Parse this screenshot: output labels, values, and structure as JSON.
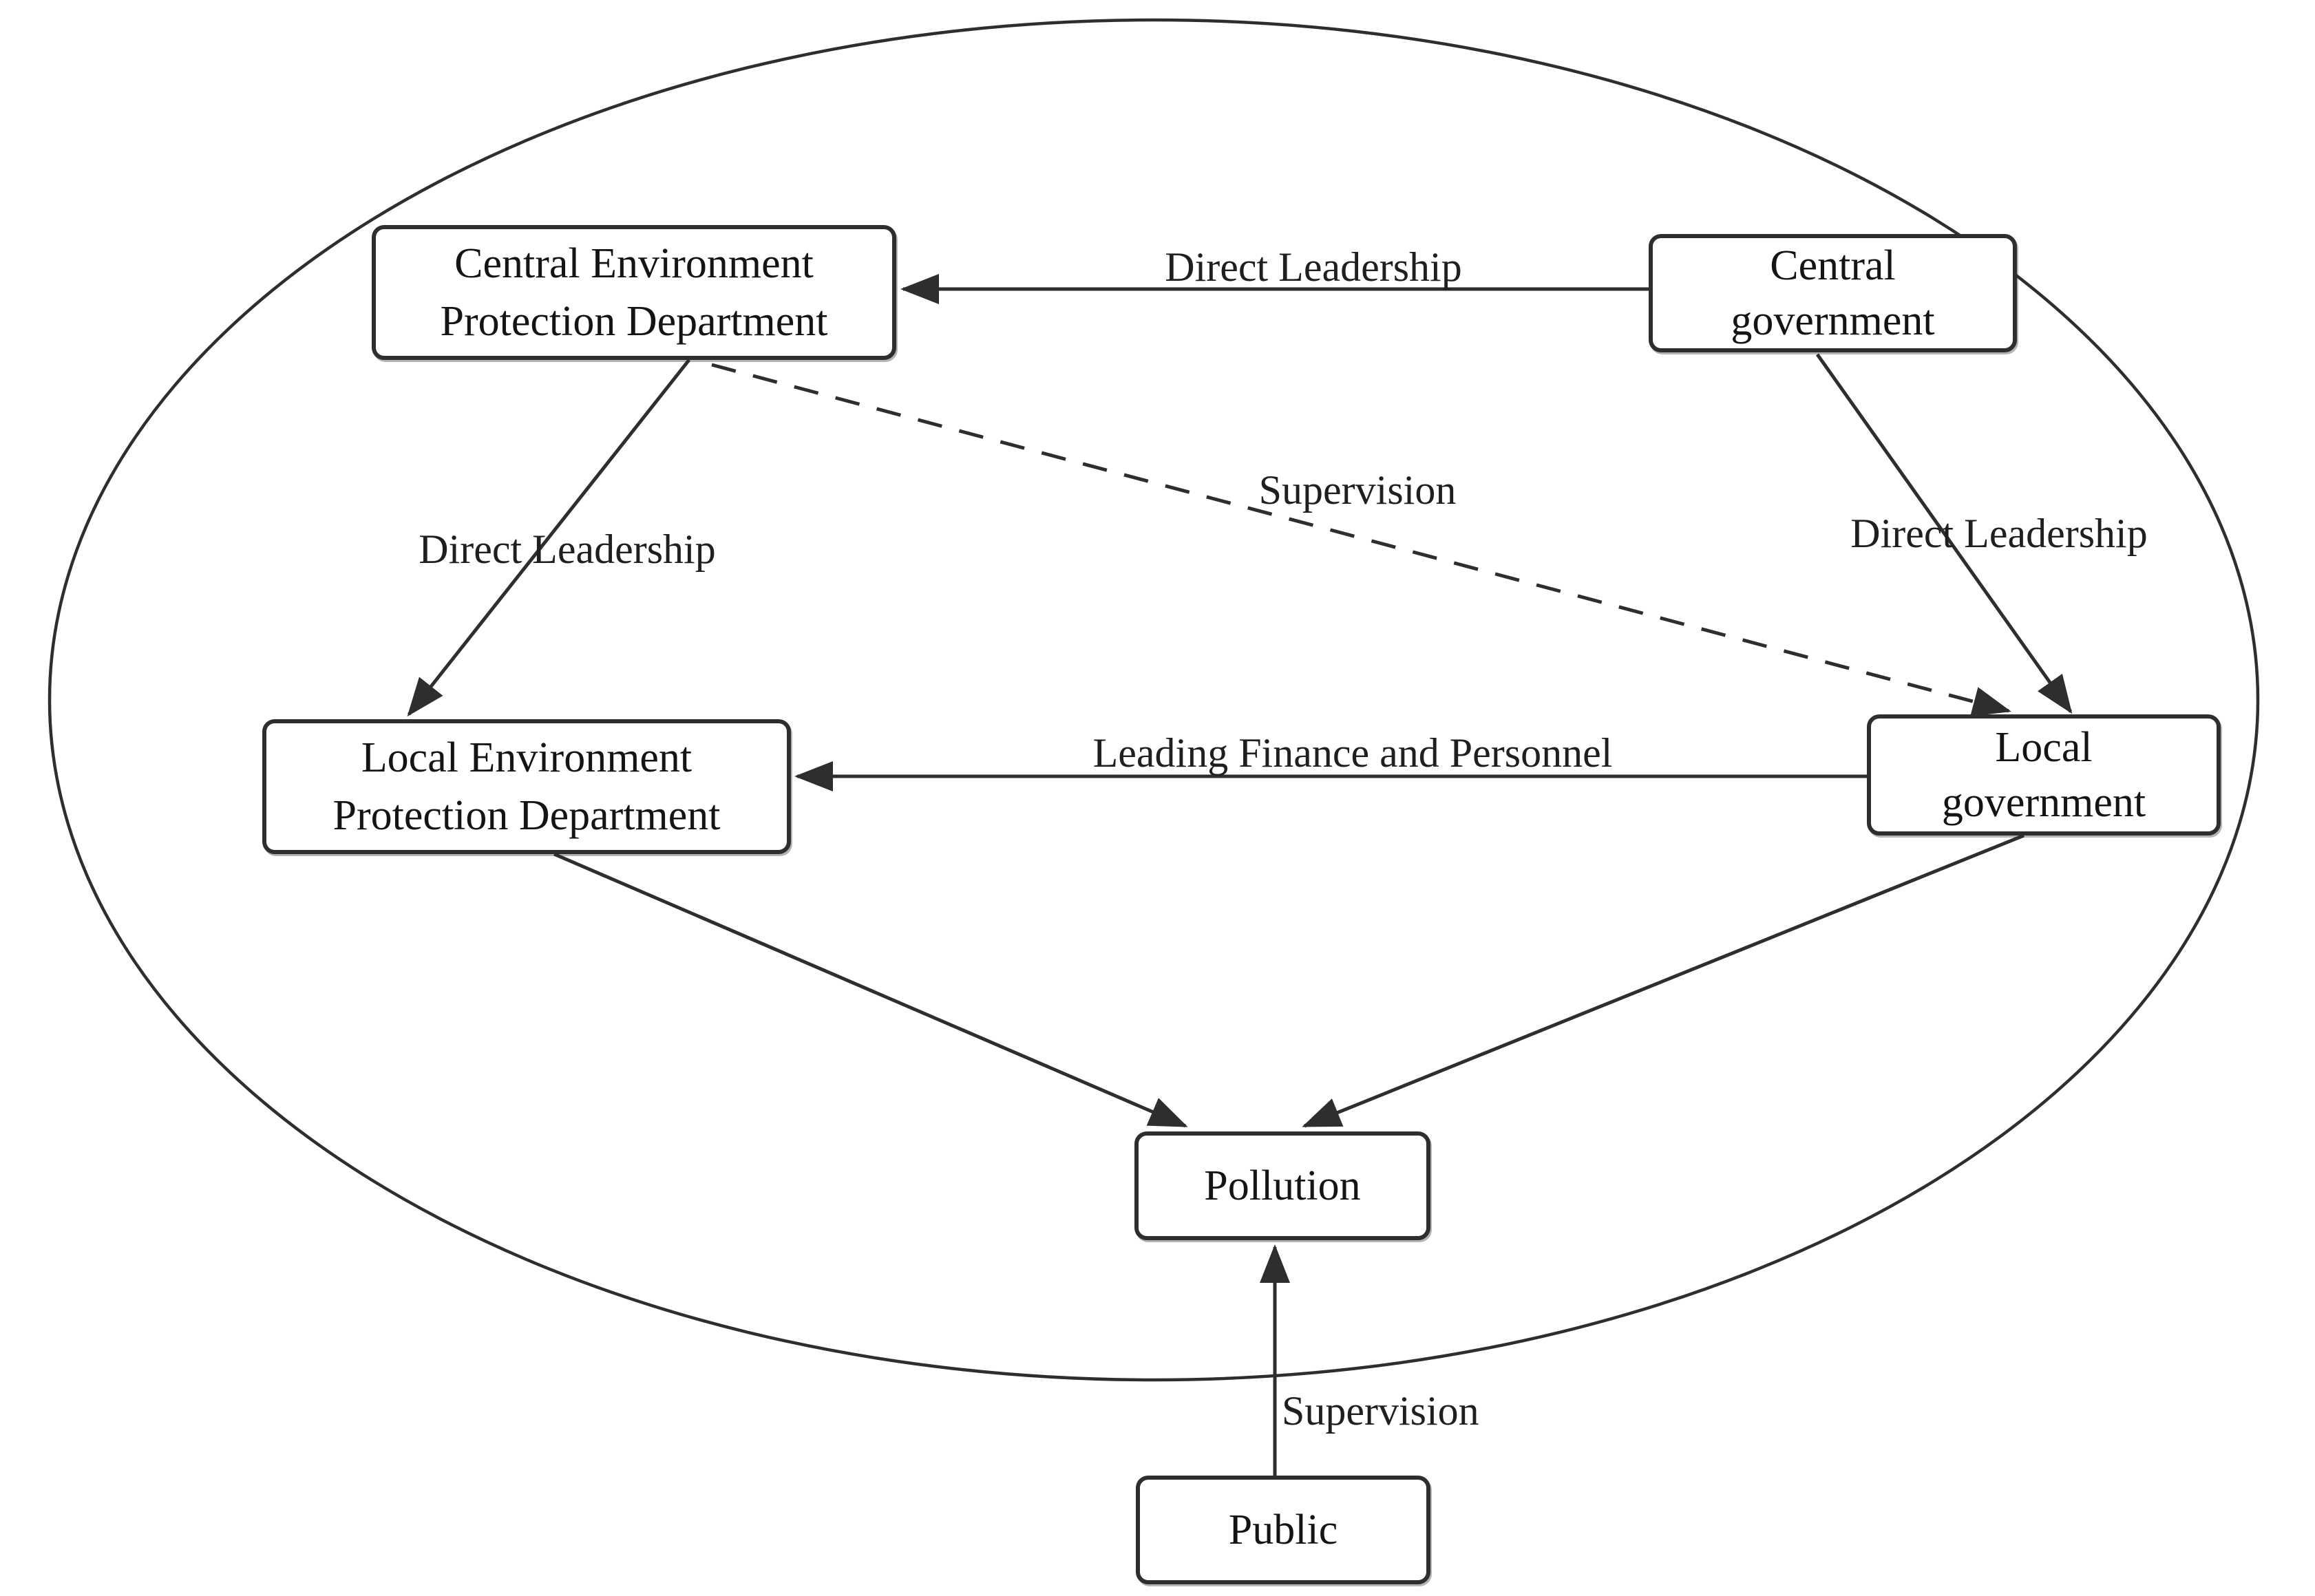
{
  "diagram": {
    "title": "Environmental supervision structure diagram",
    "colors": {
      "background": "#ffffff",
      "line": "#2e2e2e",
      "box_border": "#2e2e2e",
      "box_fill": "#ffffff",
      "text": "#141414"
    },
    "boundary": {
      "shape": "ellipse",
      "description": "large ellipse enclosing all nodes except Public"
    },
    "nodes": {
      "central_epd": {
        "label": "Central Environment\nProtection Department"
      },
      "central_gov": {
        "label": "Central\ngovernment"
      },
      "local_epd": {
        "label": "Local Environment\nProtection Department"
      },
      "local_gov": {
        "label": "Local\ngovernment"
      },
      "pollution": {
        "label": "Pollution"
      },
      "public": {
        "label": "Public"
      }
    },
    "edges": [
      {
        "from": "central_gov",
        "to": "central_epd",
        "label": "Direct Leadership",
        "style": "solid"
      },
      {
        "from": "central_epd",
        "to": "local_epd",
        "label": "Direct Leadership",
        "style": "solid"
      },
      {
        "from": "central_epd",
        "to": "local_gov",
        "label": "Supervision",
        "style": "dashed"
      },
      {
        "from": "central_gov",
        "to": "local_gov",
        "label": "Direct Leadership",
        "style": "solid"
      },
      {
        "from": "local_gov",
        "to": "local_epd",
        "label": "Leading Finance and Personnel",
        "style": "solid"
      },
      {
        "from": "local_epd",
        "to": "pollution",
        "label": "",
        "style": "solid"
      },
      {
        "from": "local_gov",
        "to": "pollution",
        "label": "",
        "style": "solid"
      },
      {
        "from": "public",
        "to": "pollution",
        "label": "Supervision",
        "style": "solid"
      }
    ]
  }
}
